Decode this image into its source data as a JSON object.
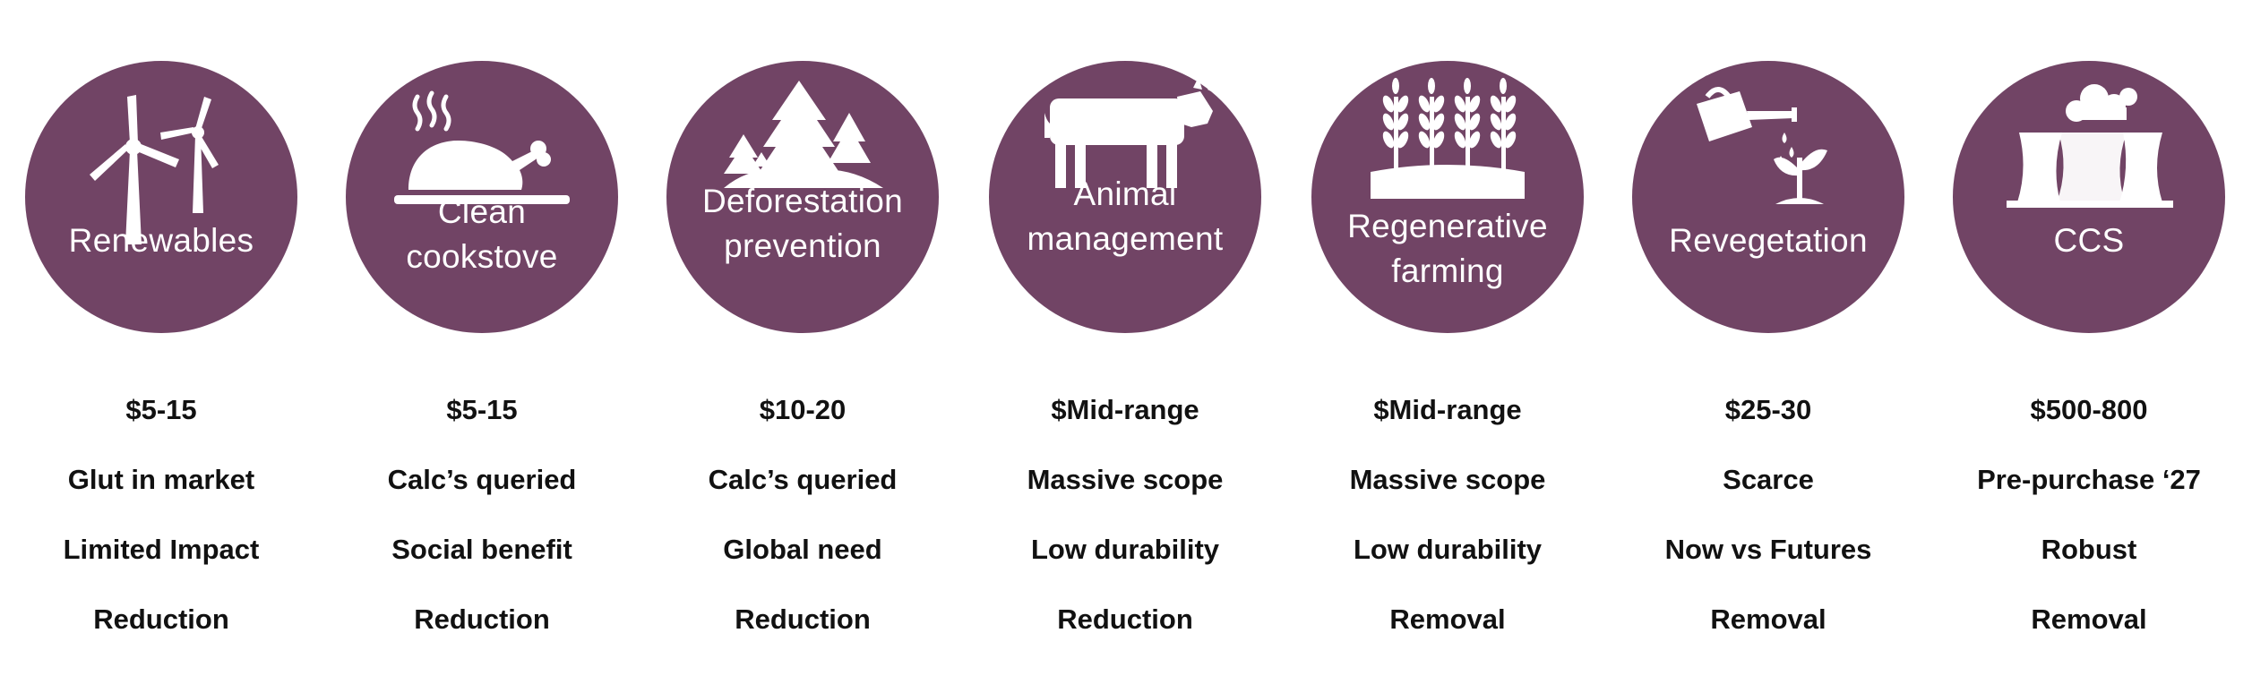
{
  "colors": {
    "circle": "#714465",
    "icon": "#ffffff",
    "text": "#111111"
  },
  "items": [
    {
      "icon": "wind-turbines-icon",
      "label": [
        "Renewables"
      ],
      "price": "$5-15",
      "note1": "Glut in market",
      "note2": "Limited Impact",
      "type": "Reduction"
    },
    {
      "icon": "roast-chicken-icon",
      "label": [
        "Clean",
        "cookstove"
      ],
      "price": "$5-15",
      "note1": "Calc’s queried",
      "note2": "Social benefit",
      "type": "Reduction"
    },
    {
      "icon": "forest-trees-icon",
      "label": [
        "Deforestation",
        "prevention"
      ],
      "price": "$10-20",
      "note1": "Calc’s queried",
      "note2": "Global need",
      "type": "Reduction"
    },
    {
      "icon": "cow-icon",
      "label": [
        "Animal",
        "management"
      ],
      "price": "$Mid-range",
      "note1": "Massive scope",
      "note2": "Low durability",
      "type": "Reduction"
    },
    {
      "icon": "wheat-crops-icon",
      "label": [
        "Regenerative",
        "farming"
      ],
      "price": "$Mid-range",
      "note1": "Massive scope",
      "note2": "Low durability",
      "type": "Removal"
    },
    {
      "icon": "watering-can-sprout-icon",
      "label": [
        "Revegetation"
      ],
      "price": "$25-30",
      "note1": "Scarce",
      "note2": "Now vs Futures",
      "type": "Removal"
    },
    {
      "icon": "cooling-tower-icon",
      "label": [
        "CCS"
      ],
      "price": "$500-800",
      "note1": "Pre-purchase ‘27",
      "note2": "Robust",
      "type": "Removal"
    }
  ]
}
